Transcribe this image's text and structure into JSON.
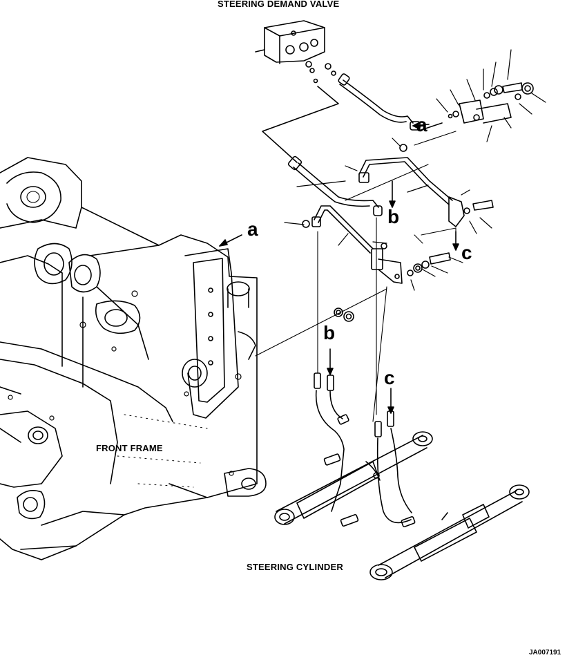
{
  "labels": {
    "valve_title": "STEERING DEMAND VALVE",
    "frame_title": "FRONT FRAME",
    "cylinder_title": "STEERING CYLINDER",
    "figure_code": "JA007191"
  },
  "callouts": {
    "a_frame": "a",
    "a_valve": "a",
    "b_upper": "b",
    "b_lower": "b",
    "c_upper": "c",
    "c_lower": "c"
  }
}
